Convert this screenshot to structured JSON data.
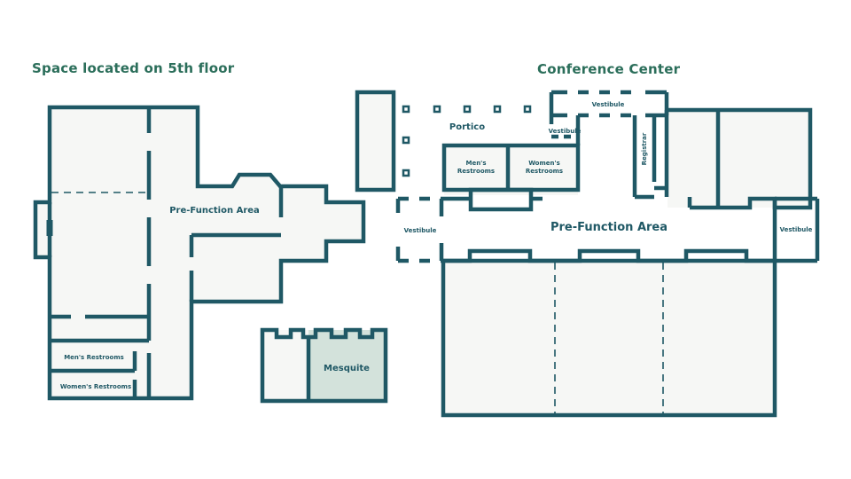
{
  "colors": {
    "wall": "#1f5865",
    "room_fill": "#f6f7f5",
    "highlight_fill": "#d3e2db",
    "text": "#1f5865",
    "title": "#2b6e5a"
  },
  "left_plan": {
    "title": "Space located on 5th floor",
    "pre_function": "Pre-Function Area",
    "mens_restrooms": "Men's Restrooms",
    "womens_restrooms": "Women's Restrooms",
    "mesquite": "Mesquite"
  },
  "right_plan": {
    "title": "Conference Center",
    "portico": "Portico",
    "vestibule_top": "Vestibule",
    "vestibule_mid": "Vestibule",
    "vestibule_left": "Vestibule",
    "vestibule_right": "Vestibule",
    "mens_restrooms_line1": "Men's",
    "mens_restrooms_line2": "Restrooms",
    "womens_restrooms_line1": "Women's",
    "womens_restrooms_line2": "Restrooms",
    "registrar": "Registrar",
    "pre_function": "Pre-Function Area"
  }
}
